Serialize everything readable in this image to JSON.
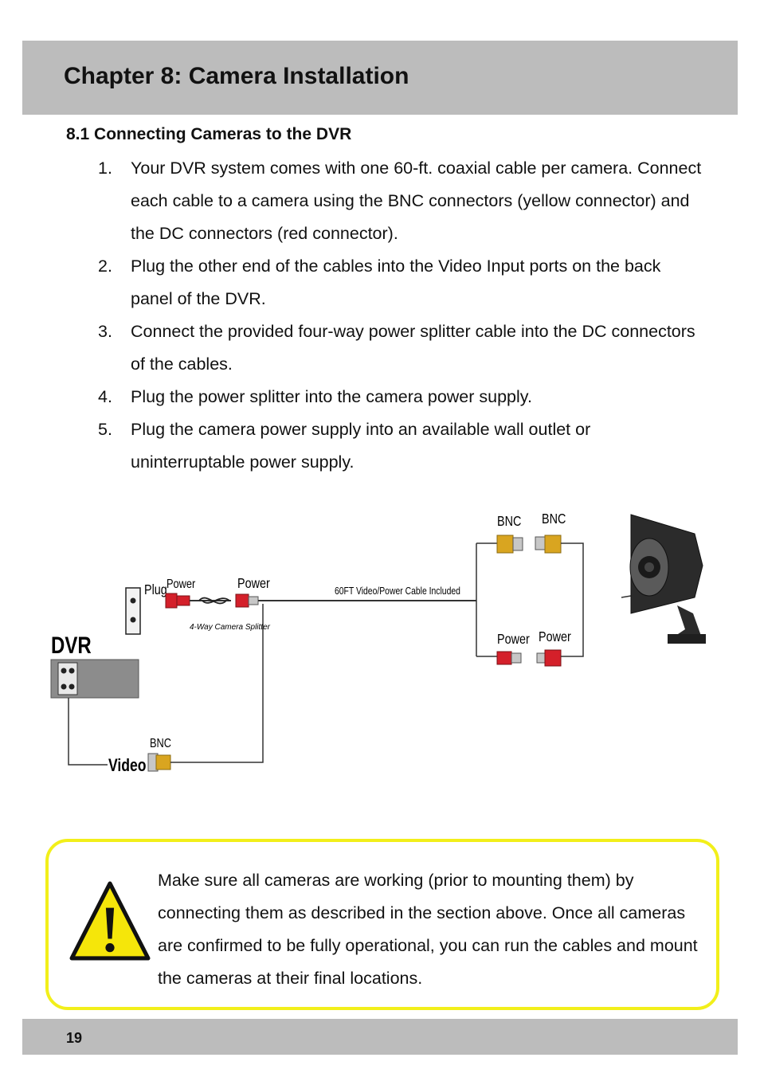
{
  "header": {
    "chapter_title": "Chapter 8: Camera Installation"
  },
  "section": {
    "title": "8.1 Connecting Cameras to the DVR",
    "steps": [
      {
        "num": "1.",
        "text": "Your DVR system comes with one 60-ft. coaxial cable per camera. Connect each cable to a camera using the BNC connectors (yellow connector) and the DC connectors (red connector)."
      },
      {
        "num": "2.",
        "text": "Plug the other end of the cables into the Video Input ports on the back panel of the DVR."
      },
      {
        "num": "3.",
        "text": "Connect the provided four-way power splitter cable into the DC connectors of the cables."
      },
      {
        "num": "4.",
        "text": "Plug the power splitter into the camera power supply."
      },
      {
        "num": "5.",
        "text": "Plug the camera power supply into an available wall outlet or uninterruptable power supply."
      }
    ]
  },
  "diagram": {
    "dvr_label": "DVR",
    "plug_label": "Plug",
    "power_label_1": "Power",
    "power_label_2": "Power",
    "splitter_label": "4-Way Camera Splitter",
    "cable_label": "60FT Video/Power Cable Included",
    "bnc_top_left": "BNC",
    "bnc_top_right": "BNC",
    "power_bottom_left": "Power",
    "power_bottom_right": "Power",
    "bnc_video": "BNC",
    "video_label": "Video",
    "colors": {
      "bnc": "#d9a520",
      "power": "#d4202a",
      "line": "#333333"
    }
  },
  "note": {
    "icon": "warning-icon",
    "text": "Make sure all cameras are working (prior to mounting them) by connecting them as described in the section above. Once all cameras are confirmed to be fully operational, you can run the cables and mount the cameras at their final locations.",
    "border_color": "#f2ef1a"
  },
  "footer": {
    "page_number": "19"
  }
}
